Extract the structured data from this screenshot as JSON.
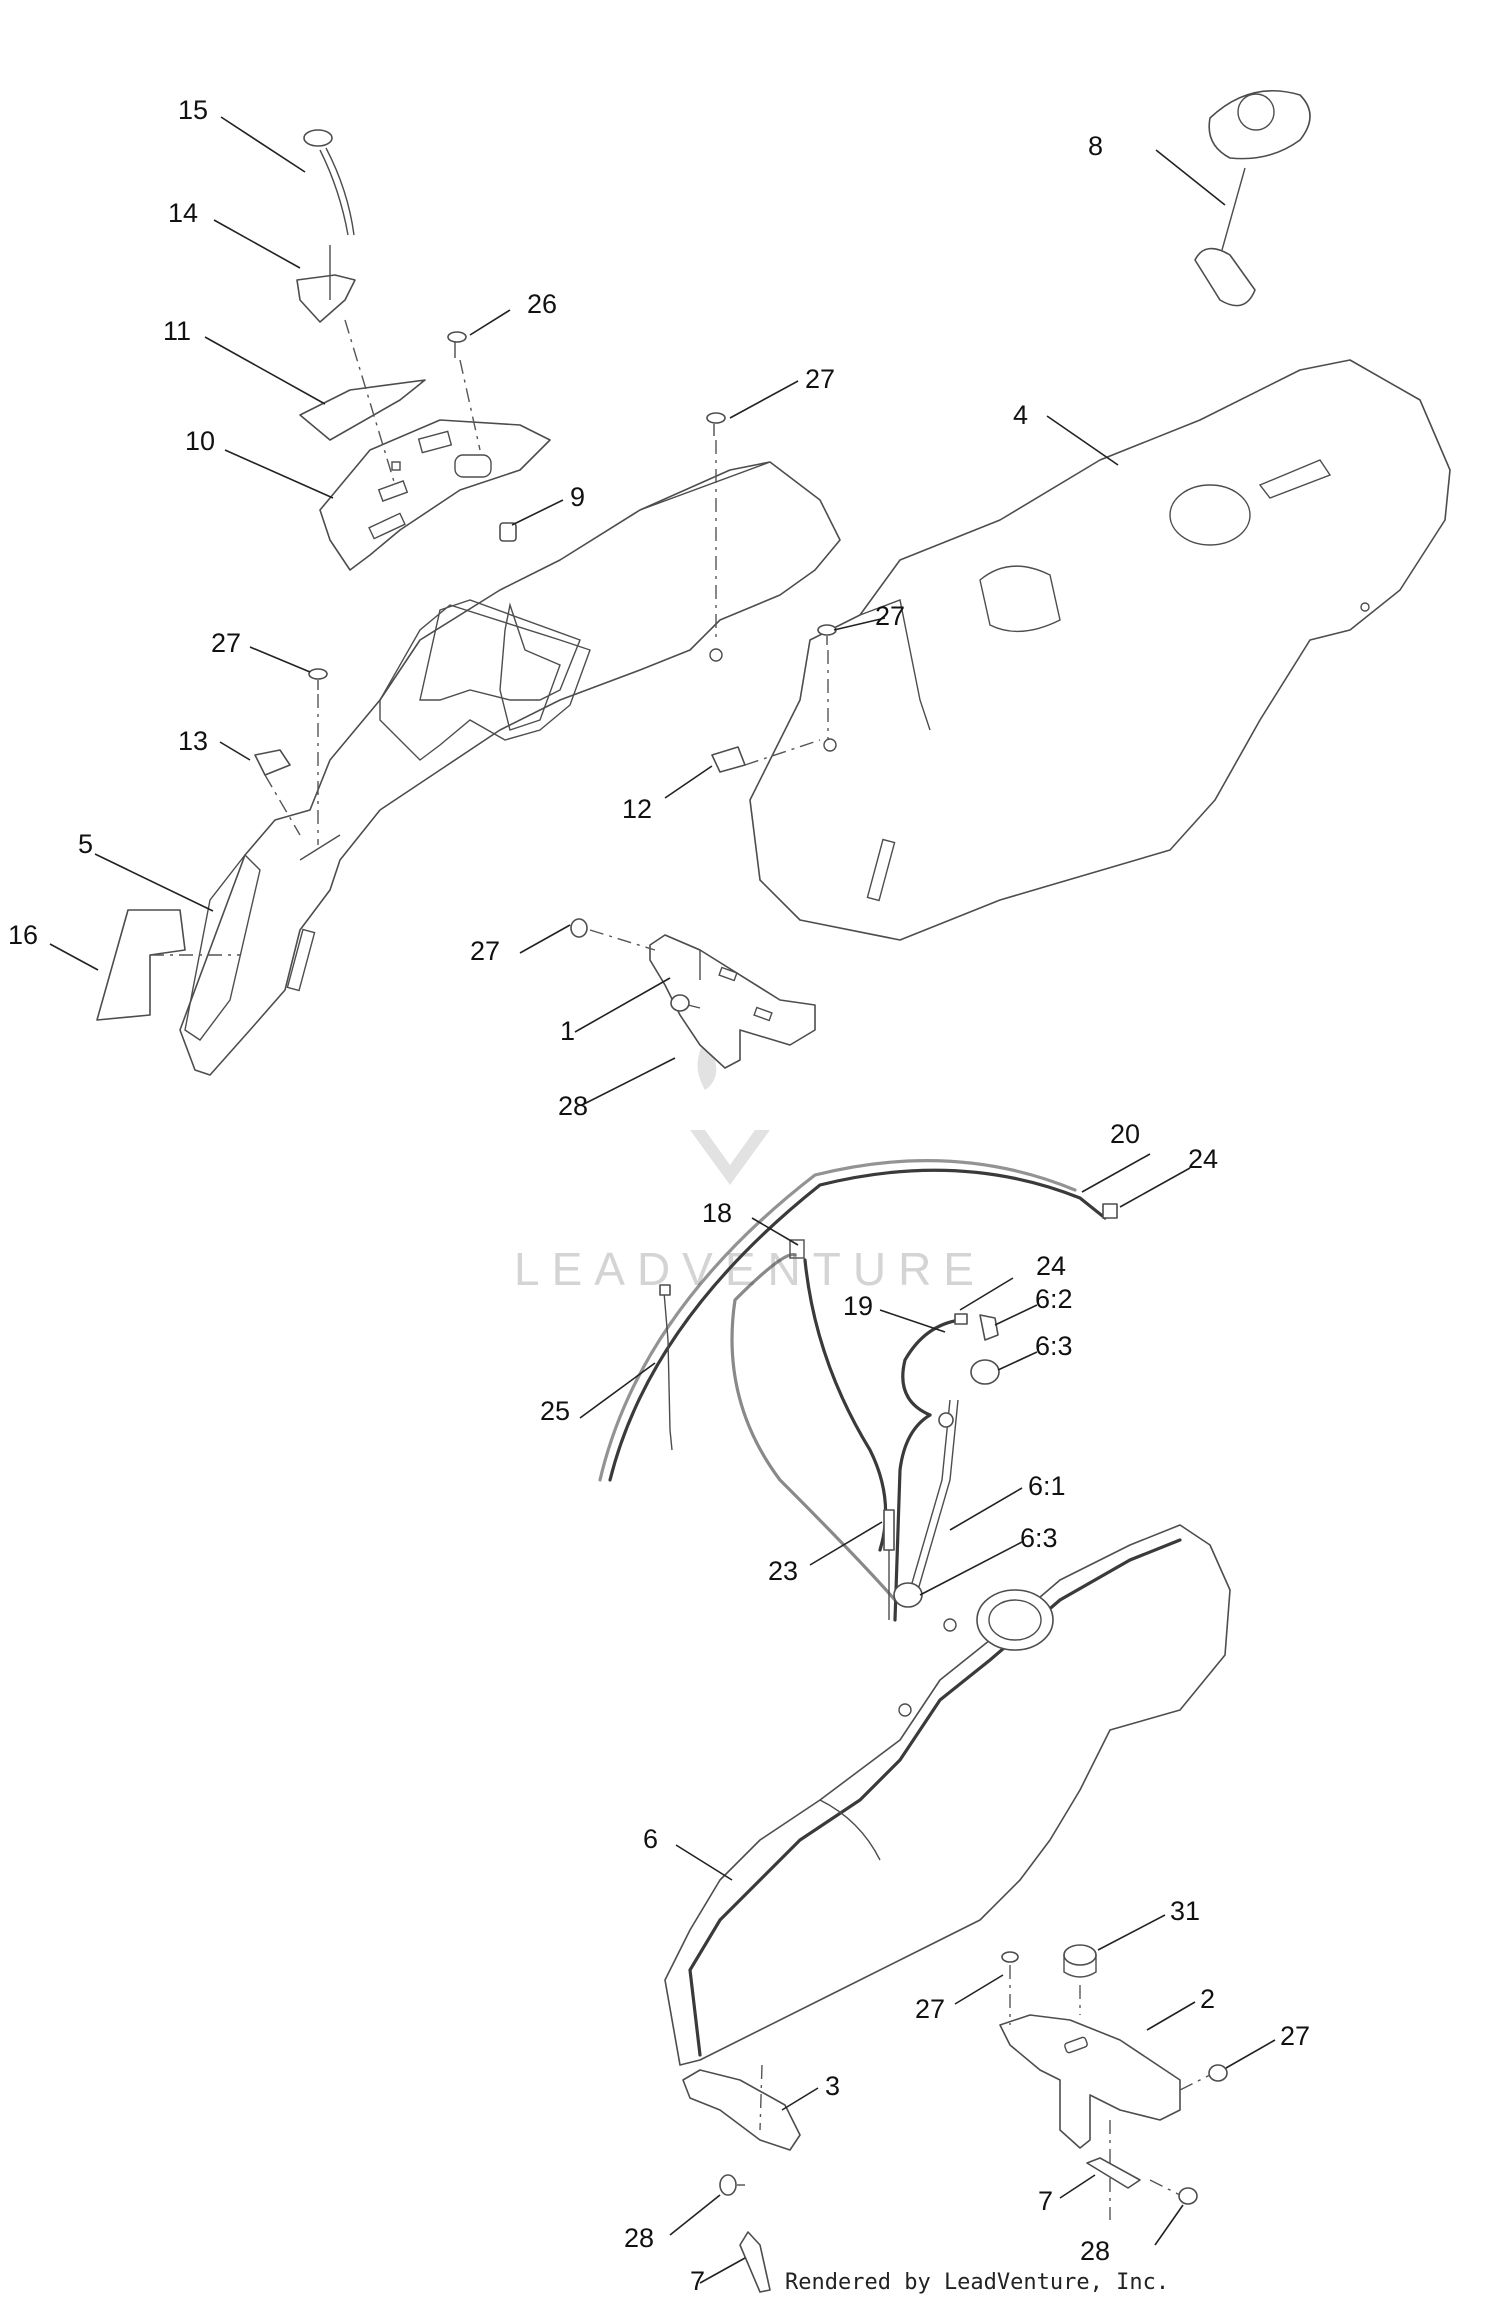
{
  "callouts": {
    "c15": "15",
    "c14": "14",
    "c26": "26",
    "c11": "11",
    "c10": "10",
    "c27a": "27",
    "c9": "9",
    "c27b": "27",
    "c13": "13",
    "c5": "5",
    "c16": "16",
    "c27c": "27",
    "c1": "1",
    "c28a": "28",
    "c8": "8",
    "c4": "4",
    "c27d": "27",
    "c12": "12",
    "c20": "20",
    "c24a": "24",
    "c18": "18",
    "c24b": "24",
    "c19": "19",
    "c6_2": "6:2",
    "c6_3a": "6:3",
    "c25": "25",
    "c6_1": "6:1",
    "c23": "23",
    "c6_3b": "6:3",
    "c6": "6",
    "c31": "31",
    "c27e": "27",
    "c2": "2",
    "c27f": "27",
    "c3": "3",
    "c28b": "28",
    "c7a": "7",
    "c7b": "7",
    "c28c": "28"
  },
  "watermark": {
    "brand": "LEADVENTURE"
  },
  "footer": {
    "text": "Rendered by LeadVenture, Inc."
  }
}
